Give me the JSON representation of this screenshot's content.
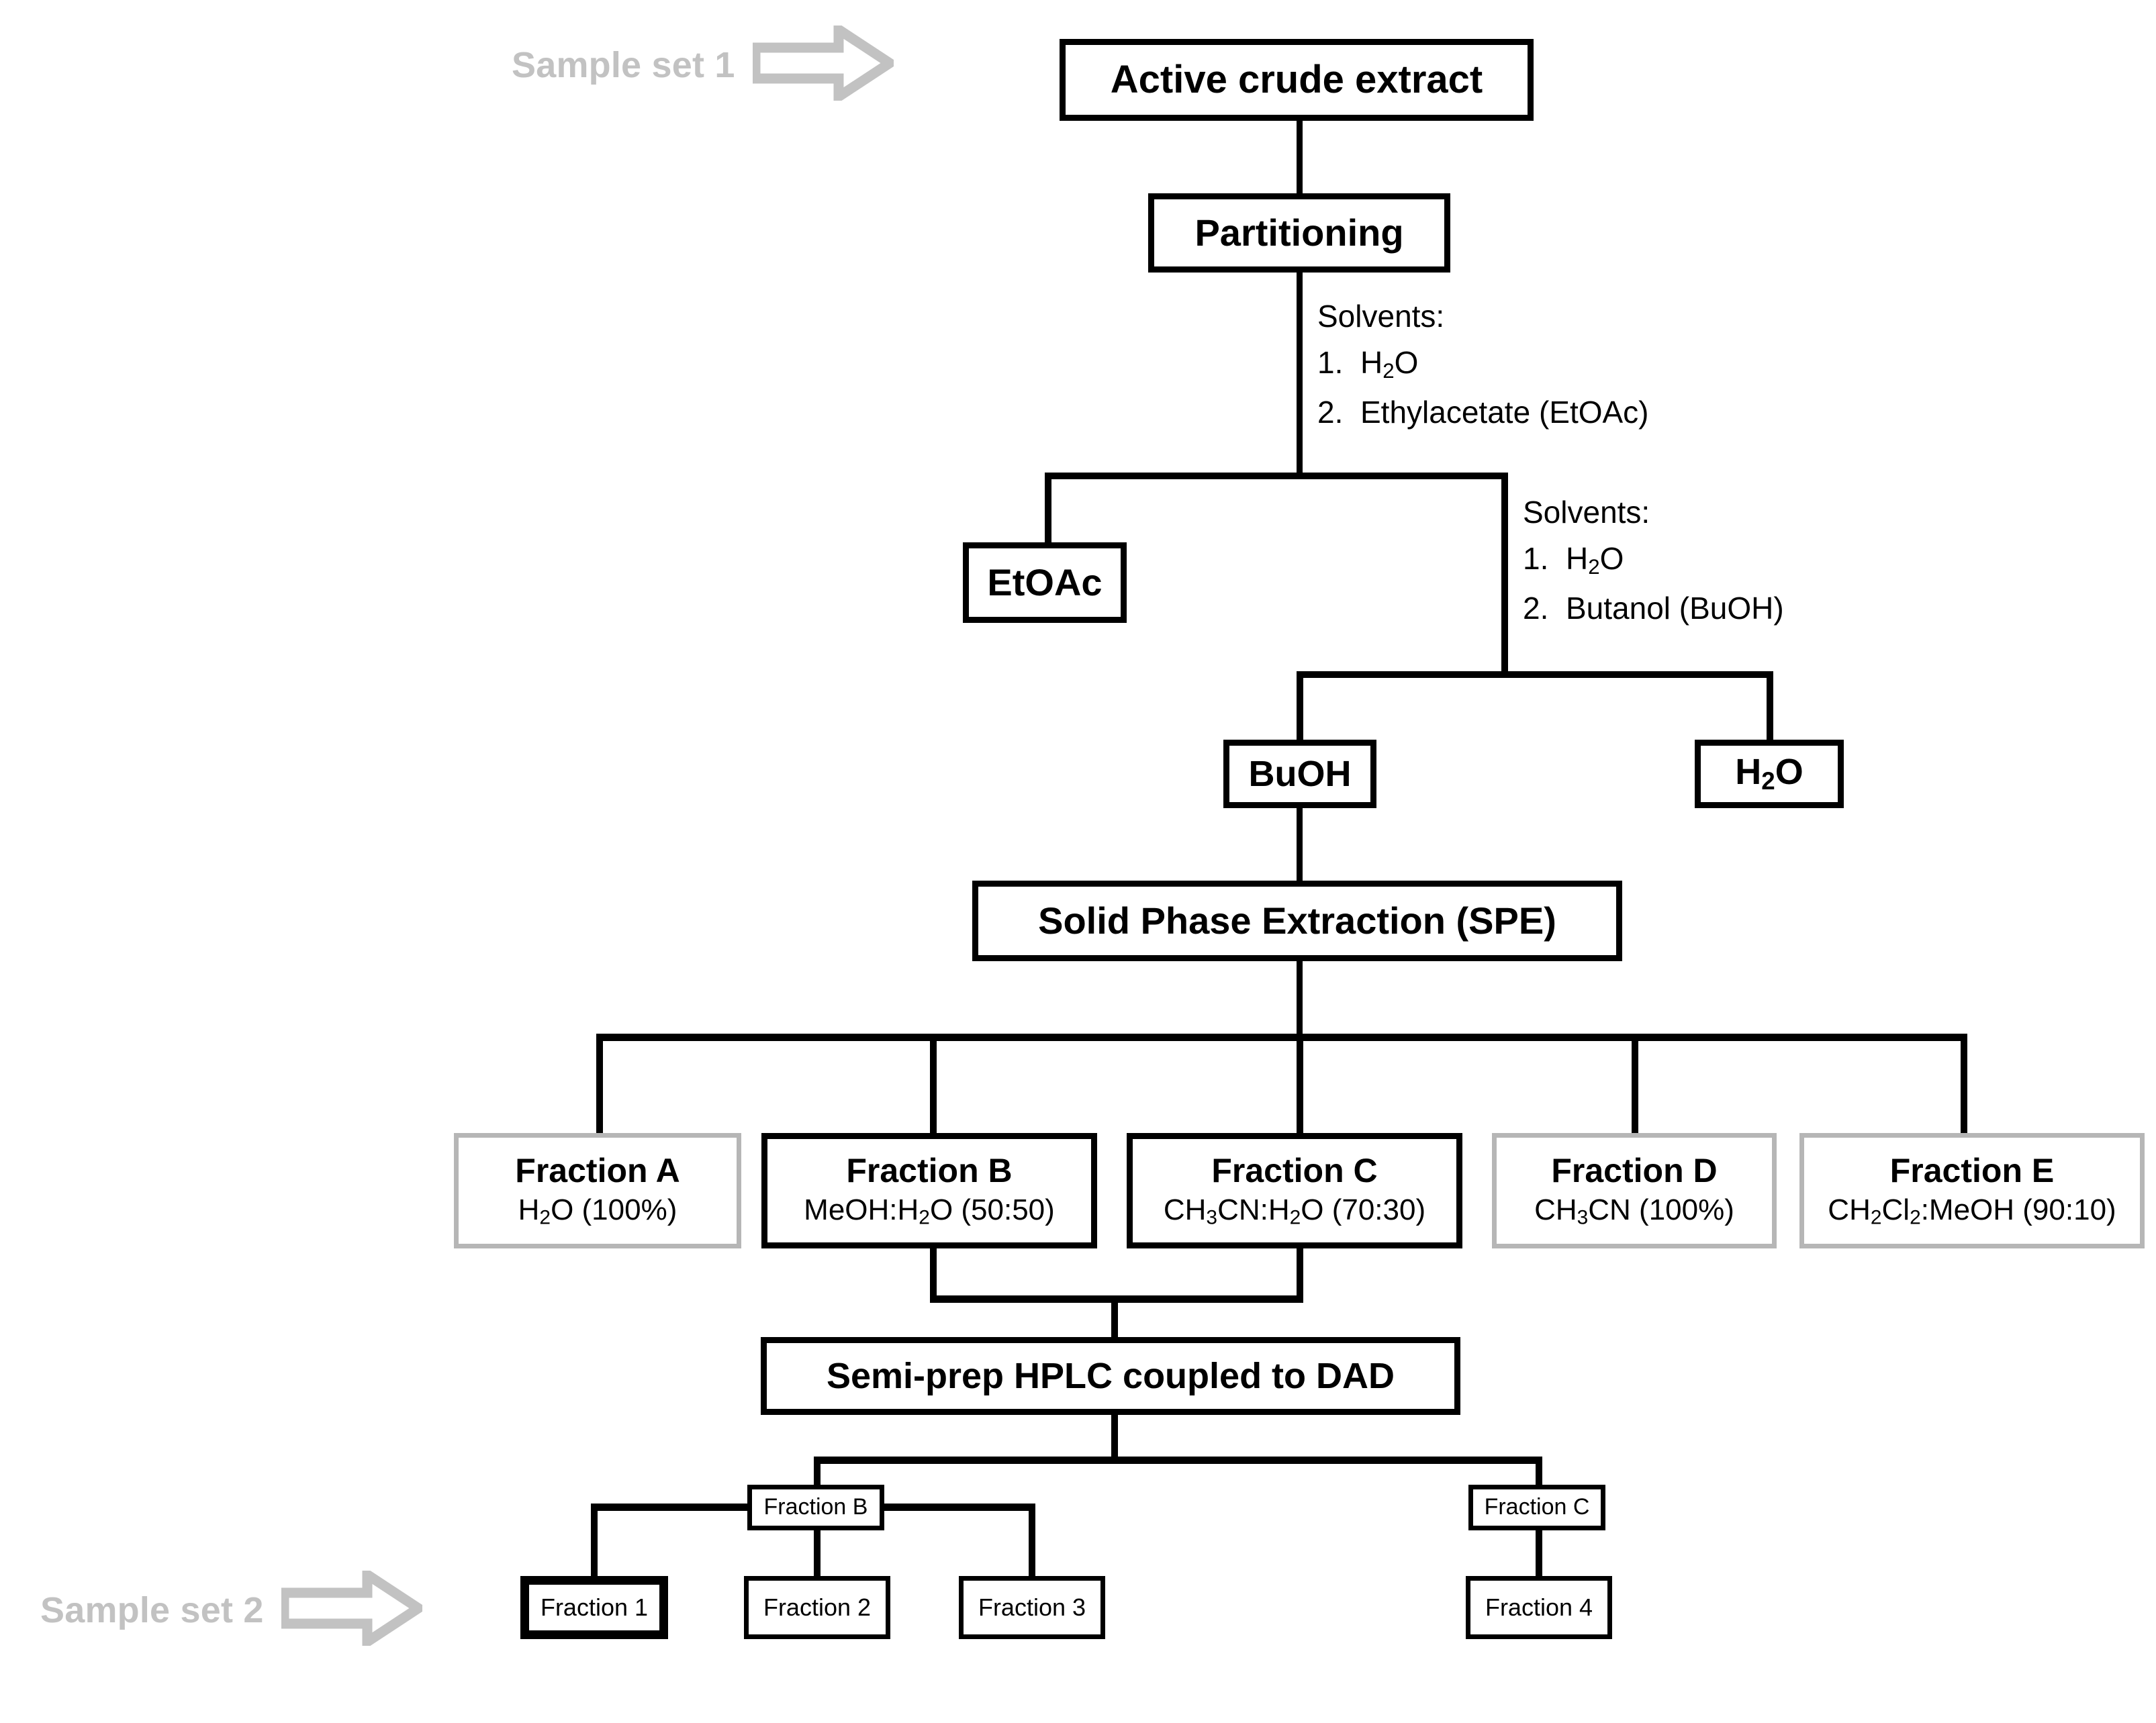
{
  "diagram": {
    "title": "Bioassay-guided fractionation flowchart",
    "colors": {
      "line": "#000000",
      "muted_border": "#b6b6b6",
      "muted_text": "#c2c2c2",
      "background": "#ffffff"
    },
    "markers": [
      {
        "id": "sample-set-1",
        "label": "Sample set 1",
        "icon": "right-arrow-icon"
      },
      {
        "id": "sample-set-2",
        "label": "Sample set 2",
        "icon": "right-arrow-icon"
      }
    ],
    "nodes": {
      "active_crude_extract": {
        "label": "Active crude extract"
      },
      "partitioning": {
        "label": "Partitioning"
      },
      "etoac": {
        "label": "EtOAc"
      },
      "buoh": {
        "label": "BuOH"
      },
      "h2o": {
        "label": "H₂O",
        "html": "H<sub>2</sub>O"
      },
      "spe": {
        "label": "Solid Phase Extraction (SPE)"
      },
      "hplc": {
        "label": "Semi-prep HPLC coupled to DAD"
      },
      "fraction_b_tag": {
        "label": "Fraction B"
      },
      "fraction_c_tag": {
        "label": "Fraction C"
      }
    },
    "solvent_notes": [
      {
        "id": "solvents-partitioning",
        "heading": "Solvents:",
        "items": [
          {
            "num": "1.",
            "text": "H₂O",
            "html": "H<sub>2</sub>O"
          },
          {
            "num": "2.",
            "text": "Ethylacetate (EtOAc)",
            "html": "Ethylacetate (EtOAc)"
          }
        ]
      },
      {
        "id": "solvents-aqueous",
        "heading": "Solvents:",
        "items": [
          {
            "num": "1.",
            "text": "H₂O",
            "html": "H<sub>2</sub>O"
          },
          {
            "num": "2.",
            "text": "Butanol (BuOH)",
            "html": "Butanol (BuOH)"
          }
        ]
      }
    ],
    "spe_fractions": [
      {
        "id": "fraction-a",
        "name": "Fraction A",
        "solvent": "H₂O (100%)",
        "solvent_html": "H<sub>2</sub>O (100%)",
        "border": "muted"
      },
      {
        "id": "fraction-b",
        "name": "Fraction B",
        "solvent": "MeOH:H₂O (50:50)",
        "solvent_html": "MeOH:H<sub>2</sub>O (50:50)",
        "border": "black"
      },
      {
        "id": "fraction-c",
        "name": "Fraction C",
        "solvent": "CH₃CN:H₂O (70:30)",
        "solvent_html": "CH<sub>3</sub>CN:H<sub>2</sub>O (70:30)",
        "border": "black"
      },
      {
        "id": "fraction-d",
        "name": "Fraction D",
        "solvent": "CH₃CN (100%)",
        "solvent_html": "CH<sub>3</sub>CN (100%)",
        "border": "muted"
      },
      {
        "id": "fraction-e",
        "name": "Fraction E",
        "solvent": "CH₂Cl₂:MeOH (90:10)",
        "solvent_html": "CH<sub>2</sub>Cl<sub>2</sub>:MeOH (90:10)",
        "border": "muted"
      }
    ],
    "hplc_fractions": [
      {
        "id": "fraction-1",
        "label": "Fraction 1",
        "parent": "Fraction B"
      },
      {
        "id": "fraction-2",
        "label": "Fraction 2",
        "parent": "Fraction B"
      },
      {
        "id": "fraction-3",
        "label": "Fraction 3",
        "parent": "Fraction B"
      },
      {
        "id": "fraction-4",
        "label": "Fraction 4",
        "parent": "Fraction C"
      }
    ]
  }
}
